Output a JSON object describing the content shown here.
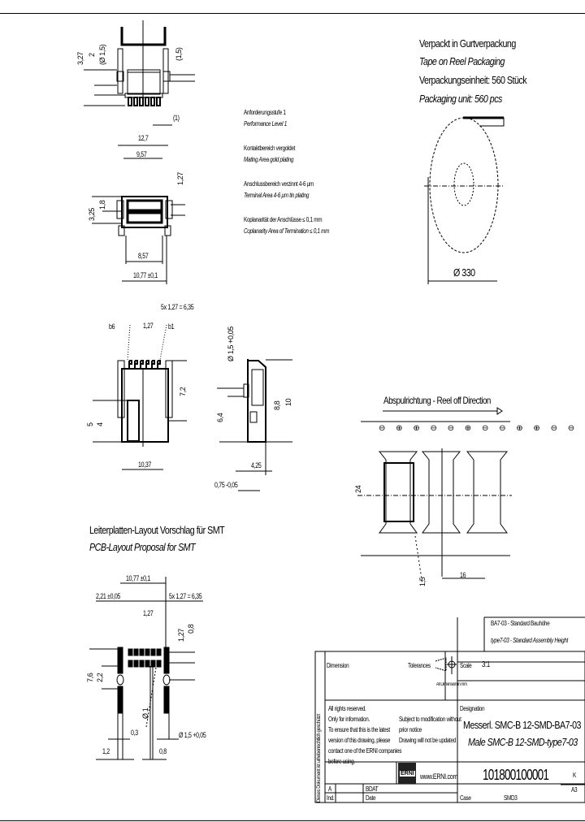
{
  "packaging": {
    "line1": "Verpackt in Gurtverpackung",
    "line2": "Tape on Reel Packaging",
    "line3": "Verpackungseinheit:  560 Stück",
    "line4": "Packaging unit:  560 pcs",
    "reel_diameter": "Ø 330"
  },
  "notes": [
    {
      "de": "Anforderungsstufe 1",
      "en": "Performance Level 1"
    },
    {
      "de": "Kontaktbereich vergoldet",
      "en": "Mating Area gold plating"
    },
    {
      "de": "Anschlussbereich verzinnt 4-6 µm",
      "en": "Terminal Area 4-6 µm tin plating"
    },
    {
      "de": "Koplanarität der Anschlüsse ≤ 0,1 mm",
      "en": "Coplanarity Area of Termination ≤ 0,1 mm"
    }
  ],
  "front_view": {
    "dims": [
      "3,27",
      "2",
      "(Ø 1,5)",
      "(1,5)",
      "(1)",
      "12,7",
      "9,57"
    ]
  },
  "bottom_view": {
    "dims": [
      "3,25",
      "1,8",
      "1,27",
      "8,57",
      "10,77 ±0,1"
    ]
  },
  "side_view": {
    "dims": [
      "5x 1,27 = 6,35",
      "b6",
      "1,27",
      "b1",
      "7,2",
      "5",
      "4",
      "10,37"
    ]
  },
  "profile_view": {
    "dims": [
      "Ø 1,5 +0,05",
      "6,4",
      "8,8",
      "10",
      "4,25",
      "0,75 -0,05"
    ]
  },
  "reel_direction": {
    "title": "Abspulrichtung - Reel off Direction",
    "dims": [
      "24",
      "16",
      "1,5"
    ]
  },
  "pcb_layout": {
    "title_de": "Leiterplatten-Layout Vorschlag für SMT",
    "title_en": "PCB-Layout Proposal for SMT",
    "dims": [
      "10,77 ±0,1",
      "2,21 ±0,05",
      "5x 1,27 = 6,35",
      "1,27",
      "1,27",
      "0,8",
      "7,6",
      "2,2",
      "0,3",
      "Ø 1,5 +0,05",
      "1,2",
      "0,8",
      "Ø 1"
    ]
  },
  "title_block": {
    "variant_de": "BA7-03 - Standard Bauhöhe",
    "variant_en": "type7-03 - Standard Assembly Height",
    "dimension_label": "Dimension",
    "tolerances_label": "Tolerances",
    "projection_note": "All Dimension in mm",
    "scale_label": "Scale",
    "scale_value": "3:1",
    "designation_label": "Designation",
    "designation_de": "Messerl. SMC-B 12-SMD-BA7-03",
    "designation_en": "Male SMC-B 12-SMD-type7-03",
    "rights": [
      "All rights reserved.",
      "Only for information.",
      "To ensure that this is the latest",
      "version of this drawing, please",
      "contact one of the ERNI companies",
      "before using."
    ],
    "subject": [
      "Subject to modification without",
      "prior notice",
      "Drawing will not be updated"
    ],
    "logo": "ERNI",
    "website": "www.ERNI.com",
    "part_number": "101800100001",
    "sheet_top": "K",
    "sheet_size": "A3",
    "row1_col1": "A",
    "row1_col3": "BDAT",
    "row2_col1": "Ind.",
    "row2_col3": "Date",
    "case_label": "Case",
    "case_value": "SMD3",
    "side_text": "Dieses Dokument ist urheberrechtlich geschützt"
  }
}
